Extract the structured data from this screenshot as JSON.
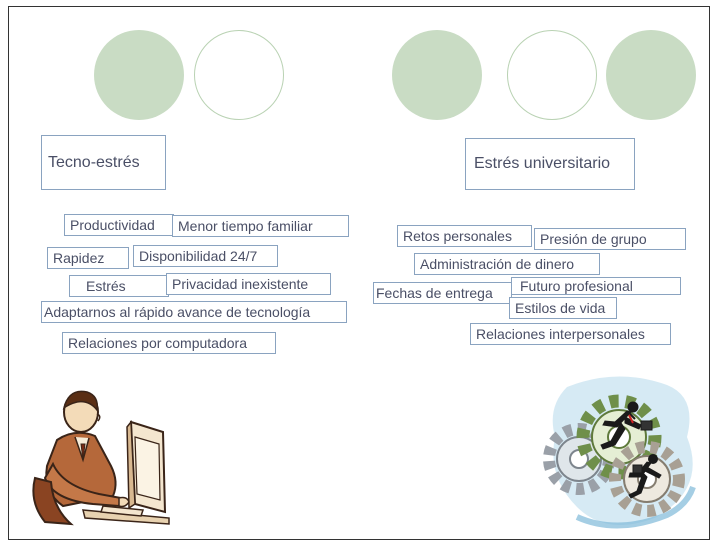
{
  "left": {
    "title": "Tecno-estrés",
    "tags": [
      "Productividad",
      "Menor tiempo familiar",
      "Rapidez",
      "Disponibilidad 24/7",
      "Estrés",
      "Privacidad inexistente",
      "Adaptarnos al rápido avance de tecnología",
      "Relaciones por computadora"
    ],
    "clipart_icon": "man-at-computer-icon"
  },
  "right": {
    "title": "Estrés universitario",
    "tags": [
      "Retos personales",
      "Presión de grupo",
      "Administración de dinero",
      "Fechas de entrega",
      "Futuro profesional",
      "Estilos de vida",
      "Relaciones interpersonales"
    ],
    "clipart_icon": "running-businessmen-gears-icon"
  },
  "colors": {
    "circle_fill": "#c9dcc4",
    "circle_outline": "#b9d2b3",
    "box_border": "#8aa3c0",
    "text": "#4a4f66"
  }
}
